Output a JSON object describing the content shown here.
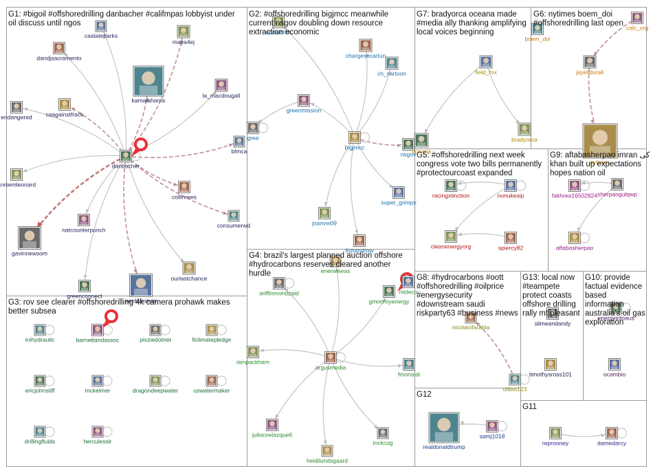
{
  "groups": [
    {
      "id": "G1",
      "lines": [
        "G1: #bigoil #offshoredrilling danbacher #califmpas lobbyist under",
        "oil discuss until ngos"
      ],
      "color": "#1f1f5c"
    },
    {
      "id": "G2",
      "lines": [
        "G2: #offshoredrilling bigjmcc meanwhile",
        "current nsgov doubling down resource",
        "extraction economic"
      ],
      "color": "#1a6fa8"
    },
    {
      "id": "G3",
      "lines": [
        "G3: rov see clearer #offshoredrilling 4k camera prohawk makes",
        "better subsea"
      ],
      "color": "#1d6b3a"
    },
    {
      "id": "G4",
      "lines": [
        "G4: brazil's largest planned auction offshore",
        "#hydrocarbons reserves cleared another",
        "hurdle"
      ],
      "color": "#2a8a2a"
    },
    {
      "id": "G5",
      "lines": [
        "G5: #offshoredrilling next week",
        "congress vote two bills permanently",
        "#protectourcoast expanded"
      ],
      "color": "#b01818"
    },
    {
      "id": "G6",
      "lines": [
        "G6: nytimes boem_doi",
        "#offshoredrilling last open"
      ],
      "color": "#c47a10"
    },
    {
      "id": "G7",
      "lines": [
        "G7: bradyorca oceana made",
        "#media ally thanking amplifying",
        "local voices beginning"
      ],
      "color": "#b08a00"
    },
    {
      "id": "G8",
      "lines": [
        "G8: #hydrocarbons #oott",
        "#offshoredrilling #oilprice",
        "#energysecurity",
        "#downstream saudi",
        "riskparty63 #business #news"
      ],
      "color": "#8a8a1a"
    },
    {
      "id": "G9",
      "lines": [
        "G9: aftabasherpao imran کی",
        "khan built up expectations",
        "hopes nation oil"
      ],
      "color": "#9a1a8a"
    },
    {
      "id": "G10",
      "lines": [
        "G10: provide",
        "factual evidence",
        "based",
        "information",
        "australia's oil gas",
        "exploration"
      ],
      "color": "#4a1a5a"
    },
    {
      "id": "G11",
      "lines": [
        "G11"
      ],
      "color": "#3a1a8a"
    },
    {
      "id": "G12",
      "lines": [
        "G12"
      ],
      "color": "#1a3a8a"
    },
    {
      "id": "G13",
      "lines": [
        "G13: local now",
        "#teampete",
        "protect coasts",
        "offshore drilling",
        "rally mt pleasant"
      ],
      "color": "#1a1a4a"
    }
  ],
  "nodes": [
    {
      "id": "castateparks",
      "label": "castateparks",
      "group": "G1"
    },
    {
      "id": "maya4ej",
      "label": "maya4ej",
      "group": "G1"
    },
    {
      "id": "dandjsacramento",
      "label": "dandjsacramento",
      "group": "G1"
    },
    {
      "id": "kamalaharris",
      "label": "kamalaharris",
      "group": "G1"
    },
    {
      "id": "la_macdougall",
      "label": "la_macdougall",
      "group": "G1"
    },
    {
      "id": "endangered",
      "label": "endangered",
      "group": "G1"
    },
    {
      "id": "caagainstfrack",
      "label": "caagainstfrack",
      "group": "G1"
    },
    {
      "id": "danbacher",
      "label": "danbacher",
      "group": "G1"
    },
    {
      "id": "blmca",
      "label": "blmca",
      "group": "G1"
    },
    {
      "id": "anniemleonard",
      "label": "anniemleonard",
      "group": "G1"
    },
    {
      "id": "collinrees",
      "label": "collinrees",
      "group": "G1"
    },
    {
      "id": "consumerwd",
      "label": "consumerwd",
      "group": "G1"
    },
    {
      "id": "natcounterpunch",
      "label": "natcounterpunch",
      "group": "G1"
    },
    {
      "id": "gavinnewsom",
      "label": "gavinnewsom",
      "group": "G1"
    },
    {
      "id": "ourlastchance",
      "label": "ourlastchance",
      "group": "G1"
    },
    {
      "id": "greenconnect",
      "label": "greenconnect",
      "group": "G1"
    },
    {
      "id": "senfeinstein",
      "label": "senfeinstein",
      "group": "G1"
    },
    {
      "id": "ecowatch",
      "label": "ecowatch",
      "group": "G2"
    },
    {
      "id": "chargesecartun",
      "label": "chargesecartun",
      "group": "G2"
    },
    {
      "id": "ch_cartoon",
      "label": "ch_cartoon",
      "group": "G2"
    },
    {
      "id": "greenmission",
      "label": "greenmission",
      "group": "G2"
    },
    {
      "id": "gree",
      "label": "gree",
      "group": "G2"
    },
    {
      "id": "bigjmcc",
      "label": "bigjmcc",
      "group": "G2"
    },
    {
      "id": "nsgov",
      "label": "nsgov",
      "group": "G2"
    },
    {
      "id": "super_grimpy",
      "label": "super_grimpy",
      "group": "G2"
    },
    {
      "id": "joanvw09",
      "label": "joanvw09",
      "group": "G2"
    },
    {
      "id": "fishandrow",
      "label": "fishandrow",
      "group": "G2"
    },
    {
      "id": "inihydraulic",
      "label": "inihydraulic",
      "group": "G3"
    },
    {
      "id": "barnettandassoc",
      "label": "barnettandassoc",
      "group": "G3"
    },
    {
      "id": "pixziedotnet",
      "label": "pixziedotnet",
      "group": "G3"
    },
    {
      "id": "ficlimatepledge",
      "label": "ficlimatepledge",
      "group": "G3"
    },
    {
      "id": "ericjohnstiff",
      "label": "ericjohnstiff",
      "group": "G3"
    },
    {
      "id": "mckelmer",
      "label": "mckelmer",
      "group": "G3"
    },
    {
      "id": "dragondeepwater",
      "label": "dragondeepwater",
      "group": "G3"
    },
    {
      "id": "uswatermaker",
      "label": "uswatermaker",
      "group": "G3"
    },
    {
      "id": "drillingfluids",
      "label": "drillingfluids",
      "group": "G3"
    },
    {
      "id": "herculesslr",
      "label": "herculesslr",
      "group": "G3"
    },
    {
      "id": "ariffinmohdzaid",
      "label": "ariffinmohdzaid",
      "group": "G4"
    },
    {
      "id": "enerwiseo",
      "label": "enerwiseas",
      "group": "G4"
    },
    {
      "id": "gmonroyenergy",
      "label": "gmonroyenergy",
      "group": "G4"
    },
    {
      "id": "nisteco",
      "label": "nisteco",
      "group": "G4"
    },
    {
      "id": "iainpackham",
      "label": "iainpackham",
      "group": "G4"
    },
    {
      "id": "argusmedia",
      "label": "argusmedia",
      "group": "G4"
    },
    {
      "id": "fmonaldi",
      "label": "fmonaldi",
      "group": "G4"
    },
    {
      "id": "juliocvelazque6",
      "label": "juliocvelazque6",
      "group": "G4"
    },
    {
      "id": "inckcog",
      "label": "inckcog",
      "group": "G4"
    },
    {
      "id": "heidilundsgaard",
      "label": "heidilundsgaard",
      "group": "G4"
    },
    {
      "id": "racingxtinction",
      "label": "racingxtinction",
      "group": "G5"
    },
    {
      "id": "nonukesip",
      "label": "nonukesip",
      "group": "G5"
    },
    {
      "id": "cleanenergyorg",
      "label": "cleanenergyorg",
      "group": "G5"
    },
    {
      "id": "spiercy82",
      "label": "spiercy82",
      "group": "G5"
    },
    {
      "id": "boem_doi",
      "label": "boem_doi",
      "group": "G6"
    },
    {
      "id": "calc_org",
      "label": "calc_org",
      "group": "G6"
    },
    {
      "id": "jayelldurall",
      "label": "jayelldurall",
      "group": "G6"
    },
    {
      "id": "nytimes",
      "label": "nytimes",
      "group": "G6"
    },
    {
      "id": "oceana",
      "label": "oceana",
      "group": "G7"
    },
    {
      "id": "field_fox",
      "label": "field_fox",
      "group": "G7"
    },
    {
      "id": "bradyorca",
      "label": "bradyorca",
      "group": "G7"
    },
    {
      "id": "nicolaiofarabia",
      "label": "nicolaiofarabia",
      "group": "G8"
    },
    {
      "id": "oilbot123",
      "label": "oilbot123",
      "group": "G8"
    },
    {
      "id": "fakhrea",
      "label": "fakhrea16502824",
      "group": "G9"
    },
    {
      "id": "sherpaogulqwp",
      "label": "sherpaogulqwp",
      "group": "G9"
    },
    {
      "id": "aftabasherpao",
      "label": "aftabasherpao",
      "group": "G9"
    },
    {
      "id": "energyaus",
      "label": "energyinfoaus",
      "group": "G10"
    },
    {
      "id": "ocambio",
      "label": "ocambio",
      "group": "G10"
    },
    {
      "id": "reprooney",
      "label": "reprooney",
      "group": "G11"
    },
    {
      "id": "damedarcy",
      "label": "damedarcy",
      "group": "G11"
    },
    {
      "id": "realdonaldtrump",
      "label": "realdonaldtrump",
      "group": "G12"
    },
    {
      "id": "samj1018",
      "label": "samj1018",
      "group": "G12"
    },
    {
      "id": "slimeandandy",
      "label": "slimeandandy",
      "group": "G13"
    },
    {
      "id": "timothysross101",
      "label": "timothysross101",
      "group": "G13"
    }
  ],
  "edges": [
    {
      "from": "danbacher",
      "to": "castateparks",
      "style": "solid"
    },
    {
      "from": "danbacher",
      "to": "maya4ej",
      "style": "dashed"
    },
    {
      "from": "danbacher",
      "to": "dandjsacramento",
      "style": "solid"
    },
    {
      "from": "danbacher",
      "to": "kamalaharris",
      "style": "dashed"
    },
    {
      "from": "danbacher",
      "to": "la_macdougall",
      "style": "solid"
    },
    {
      "from": "danbacher",
      "to": "endangered",
      "style": "solid"
    },
    {
      "from": "danbacher",
      "to": "caagainstfrack",
      "style": "dashed"
    },
    {
      "from": "danbacher",
      "to": "blmca",
      "style": "dashed"
    },
    {
      "from": "danbacher",
      "to": "anniemleonard",
      "style": "solid"
    },
    {
      "from": "danbacher",
      "to": "collinrees",
      "style": "dashed"
    },
    {
      "from": "danbacher",
      "to": "consumerwd",
      "style": "dashed"
    },
    {
      "from": "danbacher",
      "to": "natcounterpunch",
      "style": "solid"
    },
    {
      "from": "danbacher",
      "to": "gavinnewsom",
      "style": "thick"
    },
    {
      "from": "danbacher",
      "to": "ourlastchance",
      "style": "solid"
    },
    {
      "from": "danbacher",
      "to": "greenconnect",
      "style": "solid"
    },
    {
      "from": "danbacher",
      "to": "senfeinstein",
      "style": "dashed"
    },
    {
      "from": "danbacher",
      "to": "danbacher",
      "style": "selfloop"
    },
    {
      "from": "bigjmcc",
      "to": "ecowatch",
      "style": "solid"
    },
    {
      "from": "bigjmcc",
      "to": "chargesecartun",
      "style": "solid"
    },
    {
      "from": "bigjmcc",
      "to": "ch_cartoon",
      "style": "solid"
    },
    {
      "from": "bigjmcc",
      "to": "greenmission",
      "style": "solid"
    },
    {
      "from": "bigjmcc",
      "to": "nsgov",
      "style": "dashed"
    },
    {
      "from": "bigjmcc",
      "to": "super_grimpy",
      "style": "solid"
    },
    {
      "from": "bigjmcc",
      "to": "joanvw09",
      "style": "solid"
    },
    {
      "from": "bigjmcc",
      "to": "fishandrow",
      "style": "solid"
    },
    {
      "from": "greenmission",
      "to": "gree",
      "style": "solid"
    },
    {
      "from": "argusmedia",
      "to": "ariffinmohdzaid",
      "style": "solid"
    },
    {
      "from": "argusmedia",
      "to": "enerwiseo",
      "style": "solid"
    },
    {
      "from": "argusmedia",
      "to": "gmonroyenergy",
      "style": "solid"
    },
    {
      "from": "argusmedia",
      "to": "iainpackham",
      "style": "solid"
    },
    {
      "from": "argusmedia",
      "to": "fmonaldi",
      "style": "solid"
    },
    {
      "from": "argusmedia",
      "to": "juliocvelazque6",
      "style": "solid"
    },
    {
      "from": "argusmedia",
      "to": "inckcog",
      "style": "solid"
    },
    {
      "from": "argusmedia",
      "to": "heidilundsgaard",
      "style": "solid"
    },
    {
      "from": "nonukesip",
      "to": "racingxtinction",
      "style": "solid"
    },
    {
      "from": "nonukesip",
      "to": "cleanenergyorg",
      "style": "solid"
    },
    {
      "from": "spiercy82",
      "to": "cleanenergyorg",
      "style": "solid"
    },
    {
      "from": "calc_org",
      "to": "jayelldurall",
      "style": "dashed"
    },
    {
      "from": "jayelldurall",
      "to": "nytimes",
      "style": "dashed"
    },
    {
      "from": "field_fox",
      "to": "oceana",
      "style": "solid"
    },
    {
      "from": "field_fox",
      "to": "bradyorca",
      "style": "solid"
    },
    {
      "from": "oilbot123",
      "to": "nicolaiofarabia",
      "style": "dashed"
    },
    {
      "from": "sherpaogulqwp",
      "to": "fakhrea",
      "style": "solid"
    },
    {
      "from": "sherpaogulqwp",
      "to": "aftabasherpao",
      "style": "solid"
    },
    {
      "from": "reprooney",
      "to": "damedarcy",
      "style": "solid"
    },
    {
      "from": "samj1018",
      "to": "realdonaldtrump",
      "style": "solid"
    }
  ]
}
